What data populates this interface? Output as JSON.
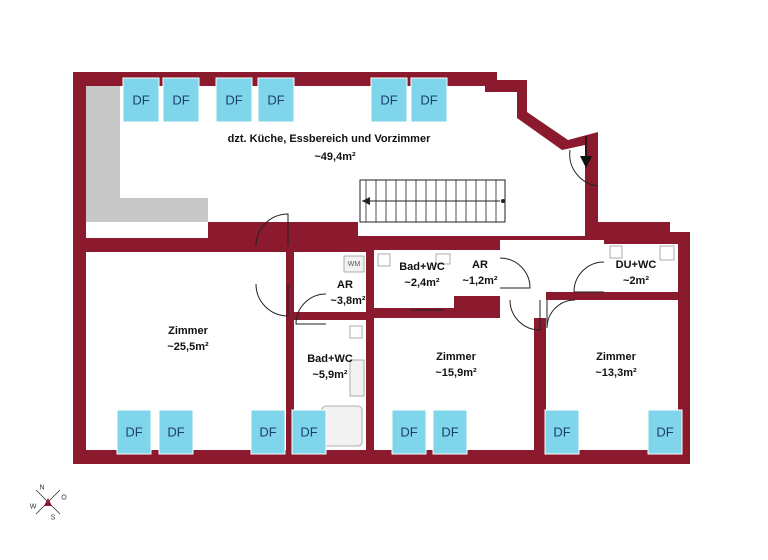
{
  "rooms": {
    "kitchen": {
      "name": "dzt. Küche, Essbereich und Vorzimmer",
      "area": "~49,4m²"
    },
    "zimmer1": {
      "name": "Zimmer",
      "area": "~25,5m²"
    },
    "ar1": {
      "name": "AR",
      "area": "~3,8m²"
    },
    "bad1": {
      "name": "Bad+WC",
      "area": "~2,4m²"
    },
    "ar2": {
      "name": "AR",
      "area": "~1,2m²"
    },
    "du": {
      "name": "DU+WC",
      "area": "~2m²"
    },
    "bad2": {
      "name": "Bad+WC",
      "area": "~5,9m²"
    },
    "zimmer2": {
      "name": "Zimmer",
      "area": "~15,9m²"
    },
    "zimmer3": {
      "name": "Zimmer",
      "area": "~13,3m²"
    }
  },
  "windows": {
    "label": "DF",
    "top": [
      "DF",
      "DF",
      "DF",
      "DF",
      "DF",
      "DF"
    ],
    "bottom": [
      "DF",
      "DF",
      "DF",
      "DF",
      "DF",
      "DF",
      "DF",
      "DF"
    ]
  },
  "fixtures": {
    "wm_label": "WM"
  },
  "compass": {
    "n": "N",
    "s": "S",
    "o": "O",
    "w": "W"
  },
  "colors": {
    "wall": "#8b1a2e",
    "window": "#7fd6ea",
    "counter": "#c8c8c8"
  }
}
